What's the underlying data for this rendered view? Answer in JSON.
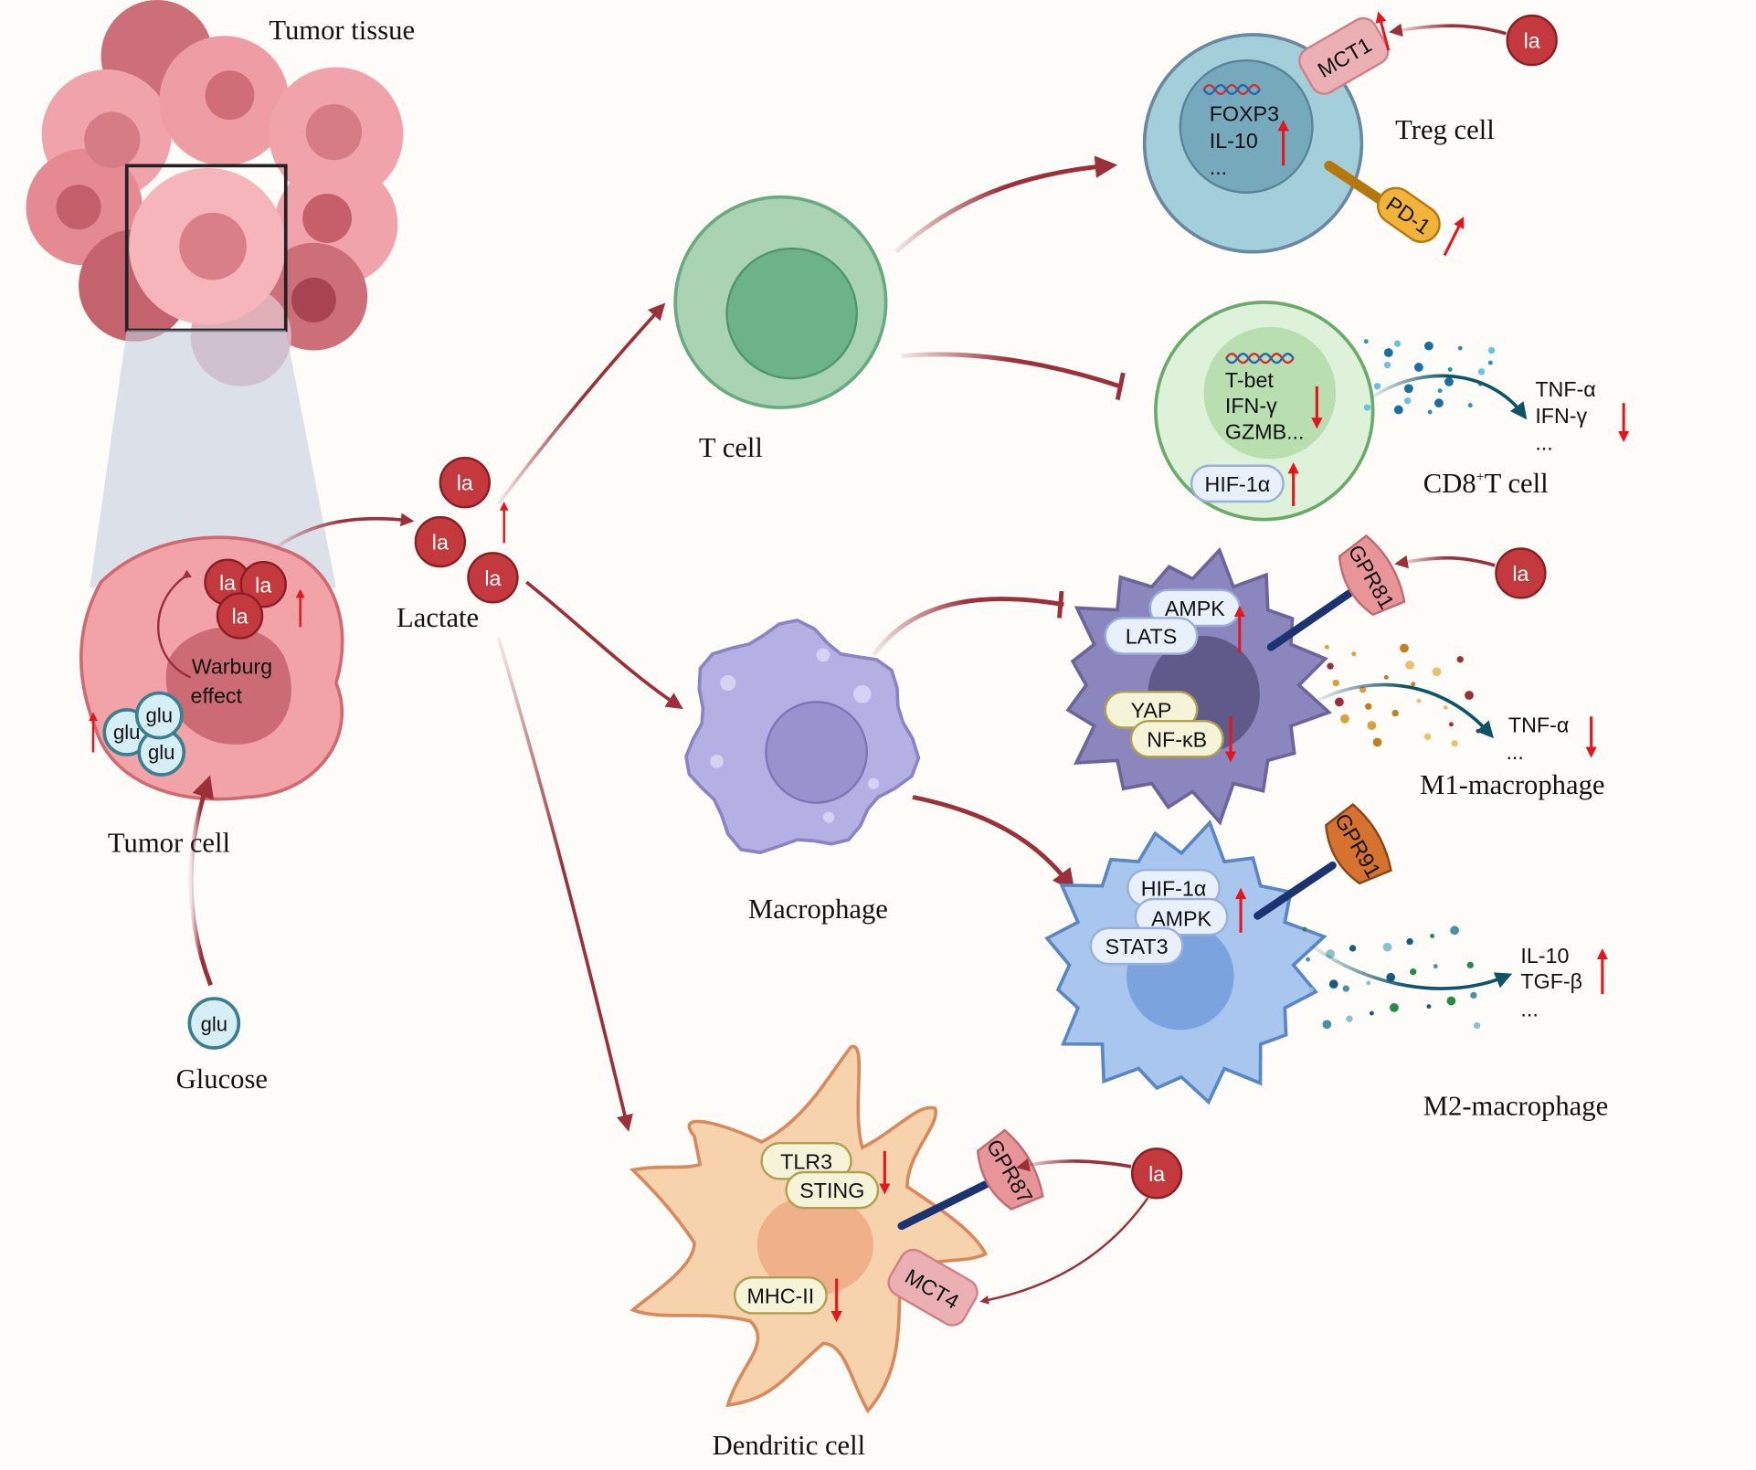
{
  "labels": {
    "tumor_tissue": "Tumor tissue",
    "tumor_cell": "Tumor cell",
    "glucose": "Glucose",
    "lactate": "Lactate",
    "t_cell": "T cell",
    "treg_cell": "Treg cell",
    "cd8_cell_main": "CD8",
    "cd8_cell_sup": "+",
    "cd8_cell_rest": "T cell",
    "macrophage": "Macrophage",
    "m1": "M1-macrophage",
    "m2": "M2-macrophage",
    "dendritic": "Dendritic cell"
  },
  "molecules": {
    "lactate": "la",
    "glucose": "glu",
    "warburg_1": "Warburg",
    "warburg_2": "effect"
  },
  "treg": {
    "genes": [
      "FOXP3",
      "IL-10",
      "..."
    ],
    "transporter": "MCT1",
    "receptor": "PD-1"
  },
  "cd8": {
    "genes": [
      "T-bet",
      "IFN-γ",
      "GZMB..."
    ],
    "factor": "HIF-1α",
    "secreted": [
      "TNF-α",
      "IFN-γ",
      "..."
    ]
  },
  "m1": {
    "pills": [
      "AMPK",
      "LATS",
      "YAP",
      "NF-κB"
    ],
    "receptor": "GPR81",
    "secreted": [
      "TNF-α",
      "..."
    ]
  },
  "m2": {
    "pills": [
      "HIF-1α",
      "AMPK",
      "STAT3"
    ],
    "receptor": "GPR91",
    "secreted": [
      "IL-10",
      "TGF-β",
      "..."
    ]
  },
  "dc": {
    "pills": [
      "TLR3",
      "STING",
      "MHC-II"
    ],
    "receptor": "GPR87",
    "transporter": "MCT4"
  },
  "colors": {
    "arrow": "#9b2f3a",
    "up_down": "#e8141b",
    "lactate": "#c4393e",
    "glucose": "#d6eef6",
    "tumor": "#f2a3a7",
    "t_cell": "#a9d3b2",
    "treg": "#a3cfdb",
    "cd8": "#ddf2d8",
    "macrophage": "#b4b0e3",
    "m1": "#8c86bf",
    "m2": "#a9c6ef",
    "dendritic": "#f7d3ad"
  }
}
